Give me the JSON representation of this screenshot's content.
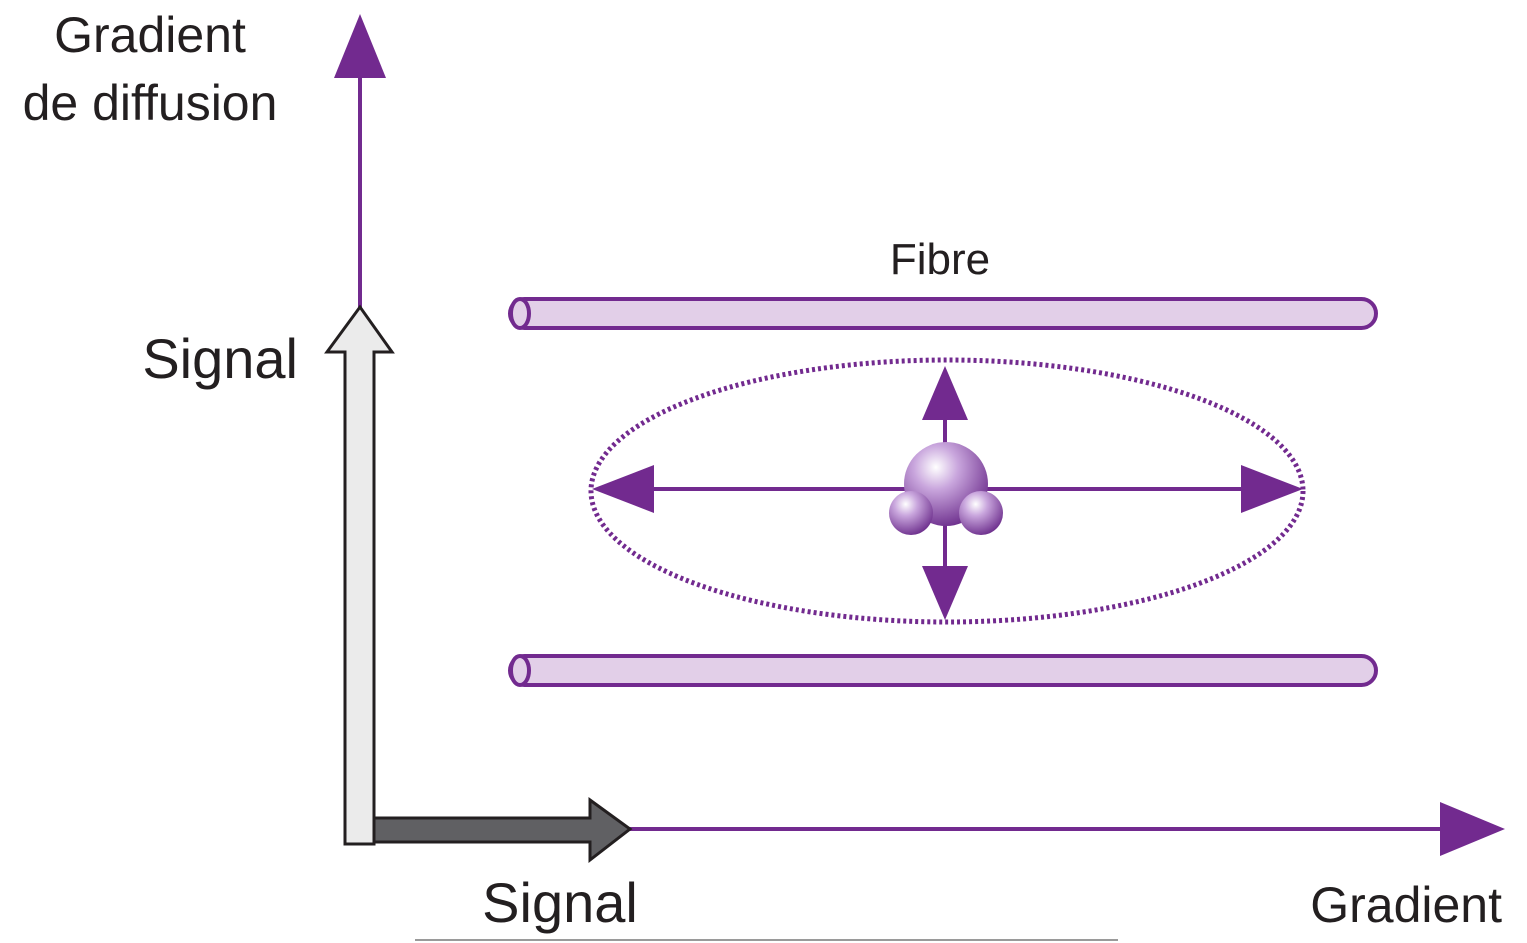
{
  "labels": {
    "y_axis_line1": "Gradient",
    "y_axis_line2": "de diffusion",
    "signal_vertical": "Signal",
    "signal_horizontal": "Signal",
    "x_axis": "Gradient",
    "fibre": "Fibre"
  },
  "colors": {
    "purple": "#722a8f",
    "fibre_fill": "#e2cfe8",
    "light_arrow": "#ebebeb",
    "dark_arrow": "#606063",
    "outline": "#231f20"
  }
}
